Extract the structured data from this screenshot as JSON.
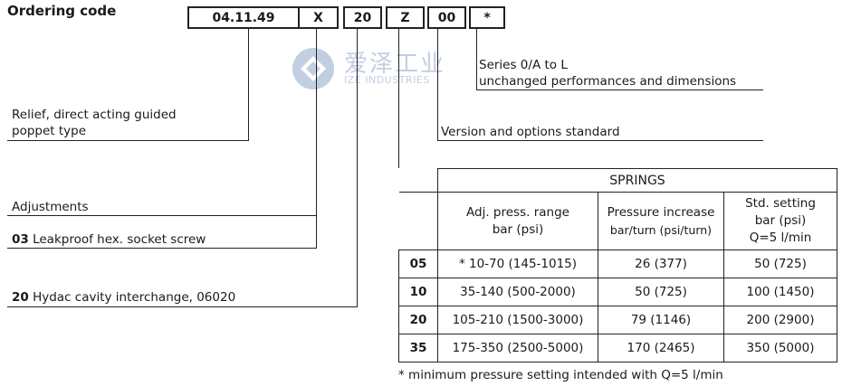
{
  "title": "Ordering code",
  "code_segments": [
    "04.11.49",
    "X",
    "20",
    "Z",
    "00",
    "*"
  ],
  "watermark": {
    "chinese": "爱泽工业",
    "english": "IZE INDUSTRIES",
    "color": "#7a93c0"
  },
  "labels": {
    "series_line1": "Series 0/A to L",
    "series_line2": "unchanged performances and dimensions",
    "relief_line1": "Relief, direct acting guided",
    "relief_line2": "poppet type",
    "version": "Version and options standard",
    "adjustments": "Adjustments",
    "adj_code": "03",
    "adj_text": " Leakproof hex. socket screw",
    "cavity_code": "20",
    "cavity_text": " Hydac cavity interchange, 06020"
  },
  "table": {
    "title": "SPRINGS",
    "col1_line1": "Adj. press. range",
    "col1_line2": "bar (psi)",
    "col2_line1": "Pressure increase",
    "col2_line2": "bar/turn (psi/turn)",
    "col3_line1": "Std. setting",
    "col3_line2": "bar (psi)",
    "col3_line3": "Q=5 l/min",
    "rows": [
      {
        "code": "05",
        "range": "* 10-70 (145-1015)",
        "increase": "26 (377)",
        "setting": "50 (725)"
      },
      {
        "code": "10",
        "range": "35-140 (500-2000)",
        "increase": "50 (725)",
        "setting": "100 (1450)"
      },
      {
        "code": "20",
        "range": "105-210 (1500-3000)",
        "increase": "79 (1146)",
        "setting": "200 (2900)"
      },
      {
        "code": "35",
        "range": "175-350 (2500-5000)",
        "increase": "170 (2465)",
        "setting": "350 (5000)"
      }
    ]
  },
  "footnote": "* minimum pressure setting intended with Q=5 l/min"
}
